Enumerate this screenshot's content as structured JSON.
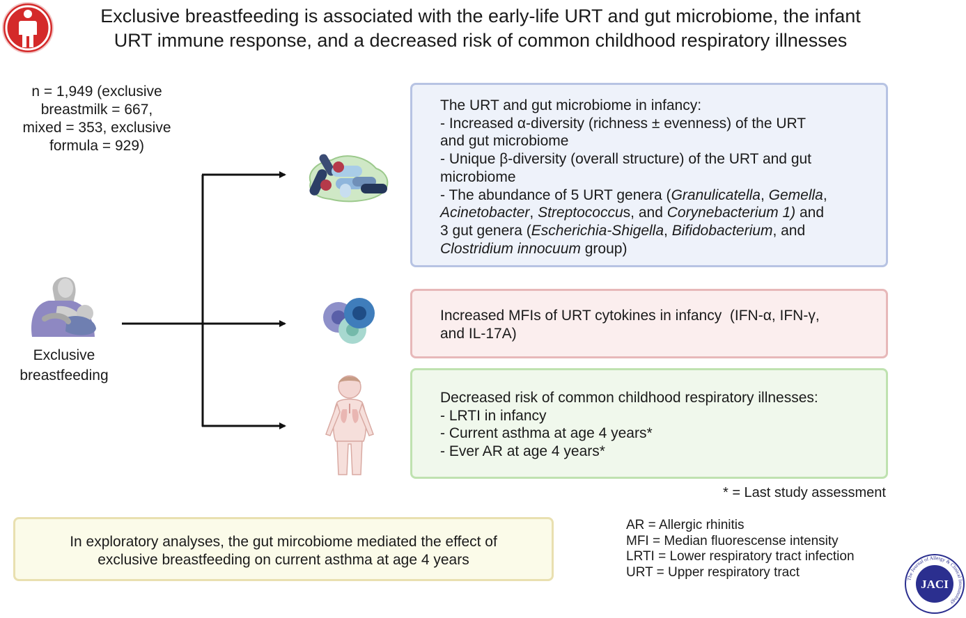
{
  "title": {
    "line1": "Exclusive breastfeeding is associated with the early-life URT and gut microbiome, the infant",
    "line2": "URT immune response, and a decreased risk of common childhood respiratory illnesses"
  },
  "sample": {
    "line1": "n = 1,949 (exclusive",
    "line2": "breastmilk = 667,",
    "line3": "mixed = 353, exclusive",
    "line4": "formula = 929)"
  },
  "exposure": {
    "line1": "Exclusive",
    "line2": "breastfeeding"
  },
  "microbiome_box": {
    "heading": "The URT and gut microbiome in infancy:",
    "alpha_line1": "- Increased α-diversity (richness ± evenness) of the URT",
    "alpha_line2": "and gut microbiome",
    "beta_line1": "- Unique β-diversity (overall structure) of the URT and gut",
    "beta_line2": "microbiome",
    "genera": {
      "prefix": "- The abundance of 5 URT genera (",
      "g1": "Granulicatella",
      "sep1": ", ",
      "g2": "Gemella",
      "sep2": ",",
      "g3": "Acinetobacter",
      "sep3": ", ",
      "g4": "Streptococcu",
      "sep4": "s, and ",
      "g5": "Corynebacterium 1)",
      "mid": " and",
      "line3": "3 gut genera (",
      "g6": "Escherichia-Shigella",
      "sep5": ", ",
      "g7": "Bifidobacterium",
      "sep6": ", and",
      "g8": "Clostridium innocuum",
      "suffix": " group)"
    }
  },
  "cytokine_box": {
    "line1": "Increased MFIs of URT cytokines in infancy  (IFN-α, IFN-γ,",
    "line2": "and IL-17A)"
  },
  "risk_box": {
    "heading": "Decreased risk of common childhood respiratory illnesses:",
    "item1": "- LRTI in infancy",
    "item2": "- Current asthma at age 4 years*",
    "item3": "- Ever AR at age 4 years*"
  },
  "footnote": "* = Last study assessment",
  "exploratory_box": {
    "line1": "In exploratory analyses, the gut mircobiome mediated the effect of",
    "line2": "exclusive breastfeeding on current asthma at age 4 years"
  },
  "abbreviations": [
    "AR = Allergic rhinitis",
    "MFI = Median fluorescense intensity",
    "LRTI = Lower respiratory tract infection",
    "URT = Upper respiratory tract"
  ],
  "journal_logo": {
    "abbrev": "JACI",
    "ring_text": "The Journal of Allergy & Clinical Immunology"
  },
  "icons": {
    "header": "person-icon",
    "mother": "breastfeeding-mother-icon",
    "bacteria": "bacteria-icon",
    "cells": "immune-cells-icon",
    "child": "child-lungs-icon"
  },
  "colors": {
    "header_icon": "#d42a2a",
    "microbiome_fill": "#eef2fa",
    "cytokine_fill": "#fbeeee",
    "risk_fill": "#f0f8ec",
    "exploratory_fill": "#fbfbe9",
    "arrow": "#111111"
  }
}
